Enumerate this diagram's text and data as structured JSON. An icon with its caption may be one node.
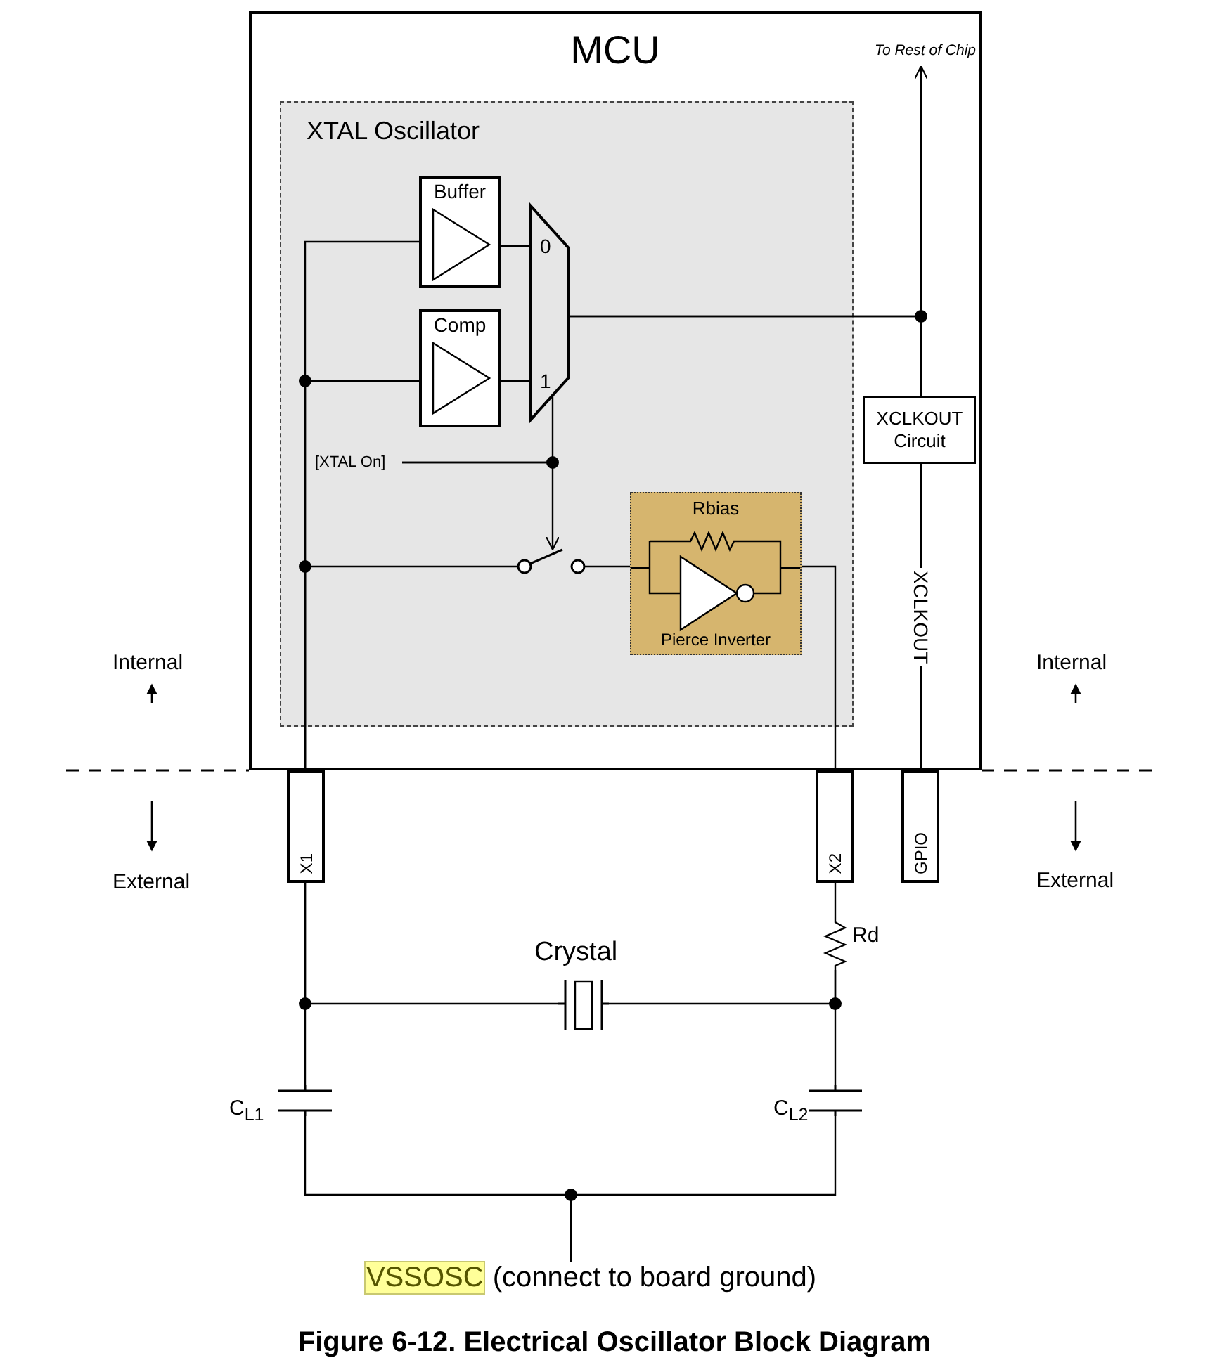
{
  "diagram": {
    "caption": "Figure 6-12. Electrical Oscillator Block Diagram",
    "nodes": [
      {
        "text": [
          "MCU"
        ]
      },
      {
        "text": [
          "XTAL Oscillator"
        ],
        "in": 0
      },
      {
        "text": [
          "Buffer"
        ],
        "in": 1
      },
      {
        "text": [
          "Comp"
        ],
        "in": 1
      },
      {
        "text": [
          "0",
          "1"
        ],
        "in": 1
      },
      {
        "text": [
          "[XTAL On]"
        ],
        "in": 1
      },
      {
        "text": [],
        "shape": "switch",
        "in": 1
      },
      {
        "text": [
          "Rbias",
          "Pierce Inverter"
        ],
        "in": 1
      },
      {
        "text": [
          "XCLKOUT Circuit"
        ],
        "in": 0
      },
      {
        "text": [
          "To Rest of Chip"
        ],
        "in": 0
      },
      {
        "text": [
          "X1"
        ]
      },
      {
        "text": [
          "X2"
        ]
      },
      {
        "text": [
          "GPIO"
        ]
      },
      {
        "text": [],
        "shape": "resistor",
        "beside": [
          "Rd"
        ]
      },
      {
        "text": [],
        "shape": "crystal",
        "beside": [
          "Crystal"
        ]
      },
      {
        "text": [],
        "shape": "capacitor",
        "beside": [
          "C$_{L1}$"
        ]
      },
      {
        "text": [],
        "shape": "capacitor",
        "beside": [
          "C$_{L2}$"
        ]
      },
      {
        "text": [
          "VSSOSC",
          "(connect to board ground)"
        ]
      }
    ],
    "edges": [
      {
        "from": 10,
        "to": 2,
        "arrow": "none"
      },
      {
        "from": 10,
        "to": 3,
        "arrow": "none"
      },
      {
        "from": 10,
        "to": 6,
        "arrow": "none"
      },
      {
        "from": 10,
        "to": 14,
        "arrow": "none"
      },
      {
        "from": 10,
        "to": 15,
        "arrow": "none"
      },
      {
        "from": 2,
        "to": 4,
        "arrow": "none"
      },
      {
        "from": 3,
        "to": 4,
        "arrow": "none"
      },
      {
        "from": 5,
        "to": 4,
        "arrow": "none"
      },
      {
        "from": 5,
        "to": 6,
        "arrow": "to"
      },
      {
        "from": 6,
        "to": 7,
        "arrow": "none"
      },
      {
        "from": 7,
        "to": 11,
        "arrow": "none"
      },
      {
        "from": 4,
        "to": 9,
        "arrow": "to"
      },
      {
        "from": 4,
        "to": 8,
        "arrow": "none"
      },
      {
        "from": 8,
        "to": 12,
        "label": "XCLKOUT",
        "arrow": "none"
      },
      {
        "from": 11,
        "to": 13,
        "arrow": "none"
      },
      {
        "from": 13,
        "to": 14,
        "arrow": "none"
      },
      {
        "from": 13,
        "to": 16,
        "arrow": "none"
      },
      {
        "from": 15,
        "to": 17,
        "arrow": "none"
      },
      {
        "from": 16,
        "to": 17,
        "arrow": "none"
      }
    ],
    "labels": [
      "Internal",
      "Internal",
      "External",
      "External"
    ]
  }
}
